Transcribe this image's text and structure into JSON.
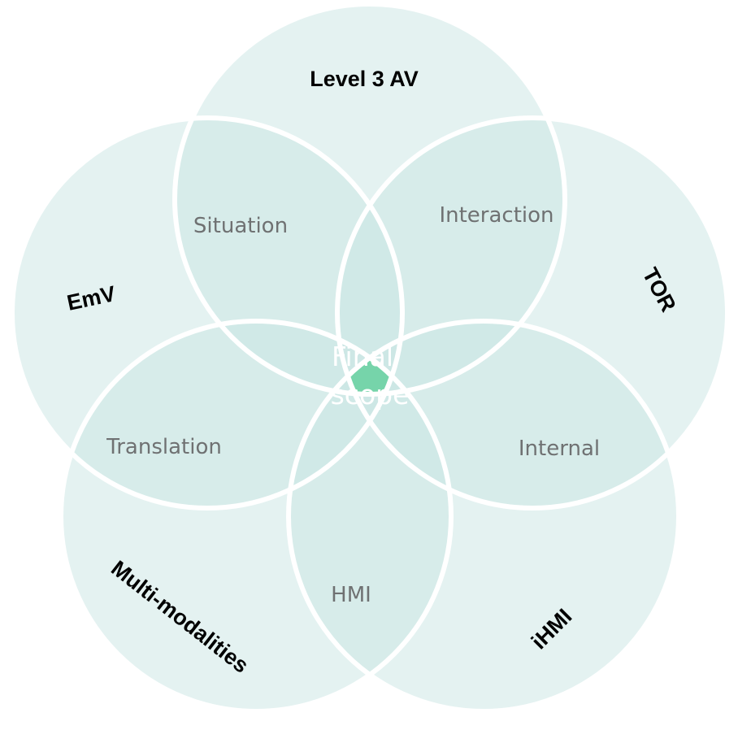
{
  "diagram": {
    "type": "five-set venn diagram",
    "sets": [
      {
        "id": "level3av",
        "label": "Level 3 AV"
      },
      {
        "id": "emv",
        "label": "EmV"
      },
      {
        "id": "tor",
        "label": "TOR"
      },
      {
        "id": "multimodal",
        "label": "Multi-modalities"
      },
      {
        "id": "ihmi",
        "label": "iHMI"
      }
    ],
    "regions": [
      {
        "id": "situation",
        "label": "Situation",
        "between": [
          "Level 3 AV",
          "EmV"
        ]
      },
      {
        "id": "interaction",
        "label": "Interaction",
        "between": [
          "Level 3 AV",
          "TOR"
        ]
      },
      {
        "id": "translation",
        "label": "Translation",
        "between": [
          "EmV",
          "Multi-modalities"
        ]
      },
      {
        "id": "internal",
        "label": "Internal",
        "between": [
          "TOR",
          "iHMI"
        ]
      },
      {
        "id": "hmi",
        "label": "HMI",
        "between": [
          "Multi-modalities",
          "iHMI"
        ]
      }
    ],
    "center": {
      "line1": "Final",
      "line2": "scope"
    }
  },
  "colors": {
    "set_fill": "#c9e5e4",
    "stroke": "#ffffff",
    "center_fill": "#76d4aa",
    "set_label": "#000000",
    "region_label": "#6f7172",
    "center_label": "#ffffff"
  }
}
